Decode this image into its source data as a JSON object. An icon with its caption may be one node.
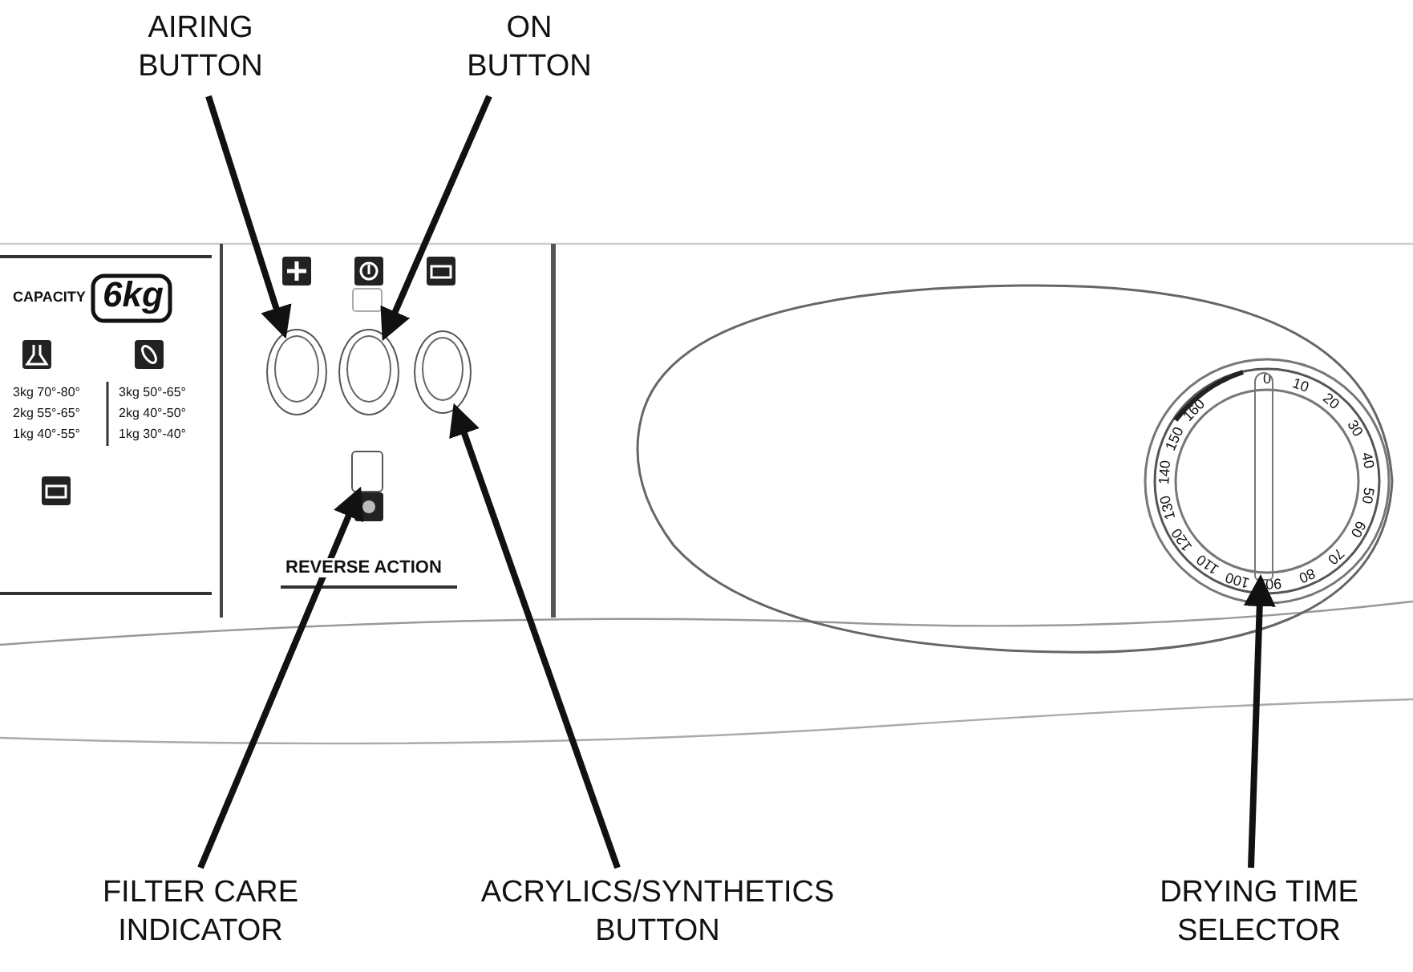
{
  "diagram": {
    "nodes": [
      {
        "text": [
          "AIRING BUTTON"
        ]
      },
      {
        "text": [
          "ON BUTTON"
        ]
      },
      {
        "text": [],
        "shape": "ellipse"
      },
      {
        "text": [],
        "shape": "ellipse"
      },
      {
        "text": [],
        "shape": "ellipse"
      },
      {
        "text": [],
        "shape": "box"
      },
      {
        "text": [],
        "shape": "knob"
      },
      {
        "text": [
          "FILTER CARE INDICATOR"
        ]
      },
      {
        "text": [
          "ACRYLICS/SYNTHETICS BUTTON"
        ]
      },
      {
        "text": [
          "DRYING TIME SELECTOR"
        ]
      }
    ],
    "edges": [
      {
        "from": 0,
        "to": 2,
        "arrow": "to"
      },
      {
        "from": 1,
        "to": 3,
        "arrow": "to"
      },
      {
        "from": 7,
        "to": 5,
        "arrow": "to"
      },
      {
        "from": 8,
        "to": 4,
        "arrow": "to"
      },
      {
        "from": 9,
        "to": 6,
        "arrow": "to"
      }
    ],
    "labels": [
      "CAPACITY",
      "6kg",
      "3kg 70°-80°",
      "3kg 50°-65°",
      "2kg 55°-65°",
      "2kg 40°-50°",
      "1kg 40°-55°",
      "1kg 30°-40°",
      "REVERSE ACTION",
      "0",
      "10",
      "20",
      "30",
      "40",
      "50",
      "60",
      "70",
      "80",
      "90",
      "100",
      "110",
      "120",
      "130",
      "140",
      "150",
      "160"
    ]
  }
}
